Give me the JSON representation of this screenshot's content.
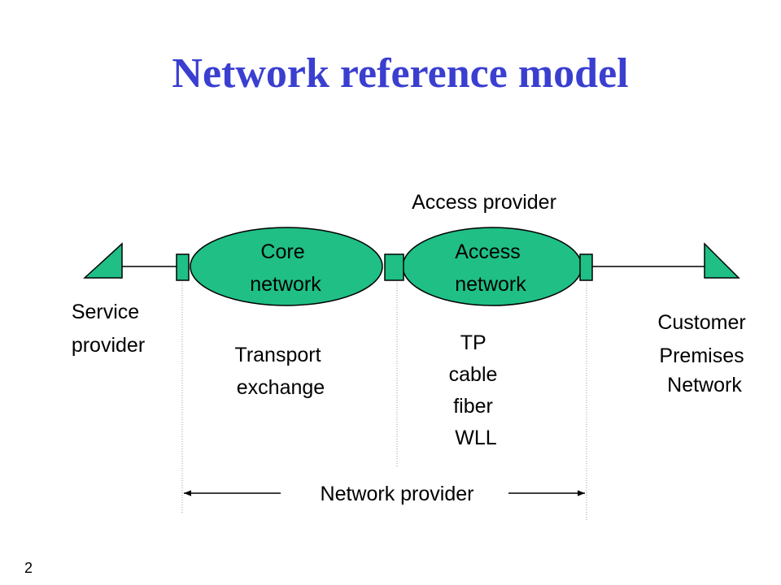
{
  "title": "Network reference model",
  "page_number": "2",
  "colors": {
    "title": "#3a3fd0",
    "shape_fill": "#1fbf86",
    "outline": "#000000",
    "guide": "#9a9a9a"
  },
  "nodes": {
    "core": [
      "Core",
      "network"
    ],
    "access": [
      "Access",
      "network"
    ]
  },
  "labels": {
    "access_provider": "Access provider",
    "service_provider": [
      "Service",
      "provider"
    ],
    "customer_premises": [
      "Customer",
      "Premises",
      "Network"
    ],
    "transport_exchange": [
      "Transport",
      "exchange"
    ],
    "media": [
      "TP",
      "cable",
      "fiber",
      "WLL"
    ],
    "network_provider": "Network provider"
  }
}
